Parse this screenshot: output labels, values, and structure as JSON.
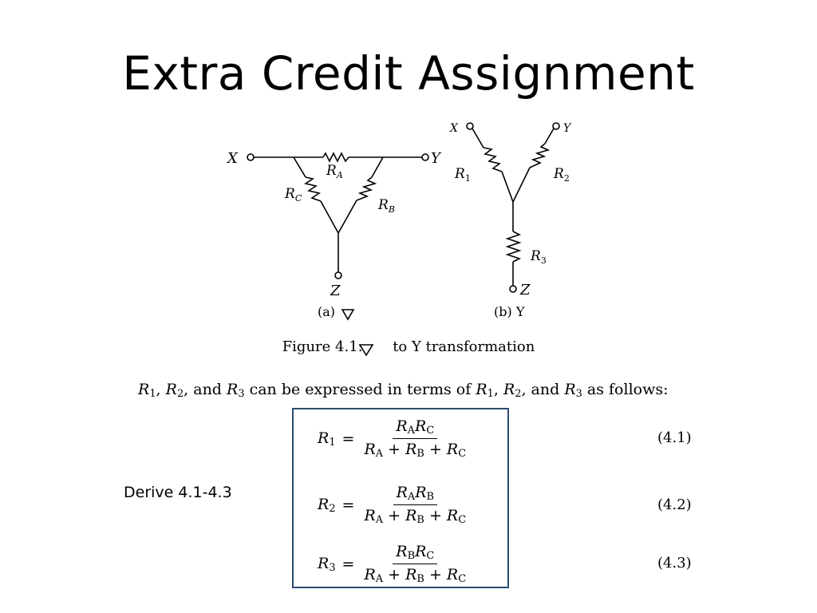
{
  "slide": {
    "title": "Extra Credit Assignment",
    "side_note": "Derive 4.1-4.3"
  },
  "figure": {
    "delta_labels": {
      "x": "X",
      "y": "Y",
      "z": "Z",
      "ra": "R",
      "ra_sub": "A",
      "rb": "R",
      "rb_sub": "B",
      "rc": "R",
      "rc_sub": "C"
    },
    "wye_labels": {
      "x": "X",
      "y": "Y",
      "z": "Z",
      "r1": "R",
      "r1_sub": "1",
      "r2": "R",
      "r2_sub": "2",
      "r3": "R",
      "r3_sub": "3"
    },
    "sub_a": "(a)",
    "sub_b": "(b) Y",
    "caption_prefix": "Figure 4.1:",
    "caption_suffix": "to Y transformation"
  },
  "intro": {
    "p1": "R",
    "s1": "1",
    "t1": ", ",
    "p2": "R",
    "s2": "2",
    "t2": ", and ",
    "p3": "R",
    "s3": "3",
    "t3": " can be expressed in terms of ",
    "p4": "R",
    "s4": "1",
    "t4": ", ",
    "p5": "R",
    "s5": "2",
    "t5": ", and ",
    "p6": "R",
    "s6": "3",
    "t6": " as follows:"
  },
  "equations": [
    {
      "lhs": "R",
      "lhs_sub": "1",
      "num_a": "R",
      "num_a_sub": "A",
      "num_b": "R",
      "num_b_sub": "C",
      "number": "(4.1)"
    },
    {
      "lhs": "R",
      "lhs_sub": "2",
      "num_a": "R",
      "num_a_sub": "A",
      "num_b": "R",
      "num_b_sub": "B",
      "number": "(4.2)"
    },
    {
      "lhs": "R",
      "lhs_sub": "3",
      "num_a": "R",
      "num_a_sub": "B",
      "num_b": "R",
      "num_b_sub": "C",
      "number": "(4.3)"
    }
  ],
  "denominator": {
    "a": "R",
    "a_sub": "A",
    "b": "R",
    "b_sub": "B",
    "c": "R",
    "c_sub": "C",
    "plus": "+",
    "eq": "="
  }
}
